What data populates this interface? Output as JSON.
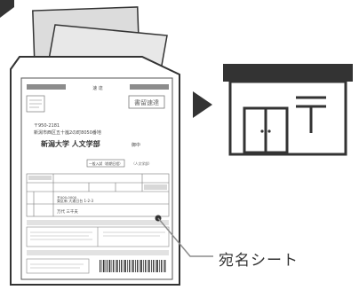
{
  "sheet": {
    "urgent_stamp": "書留速達",
    "header_chars": "速 達",
    "postal_code": "〒950-2181",
    "address": "新潟市西区五十嵐2の町8050番地",
    "recipient": "新潟大学 人文学部",
    "honorific": "御中",
    "entry_box": "一般入試（前期日程）",
    "entry_note": "（人文学部）",
    "applicant_address": "東区新 大通日台 1-2-3",
    "applicant_name": "万代 三千夫",
    "applicant_prefix": "〒000-0000"
  },
  "callout": {
    "label": "宛名シート"
  },
  "colors": {
    "line": "#333333",
    "gray": "#8c8c8c",
    "light_gray": "#d8d8d8",
    "store_roof": "#333333"
  },
  "icons": {
    "arrow_left": "right-arrow-icon",
    "arrow_right": "right-arrow-icon",
    "post_office": "post-office-icon",
    "post_mark": "postal-mark-icon"
  }
}
